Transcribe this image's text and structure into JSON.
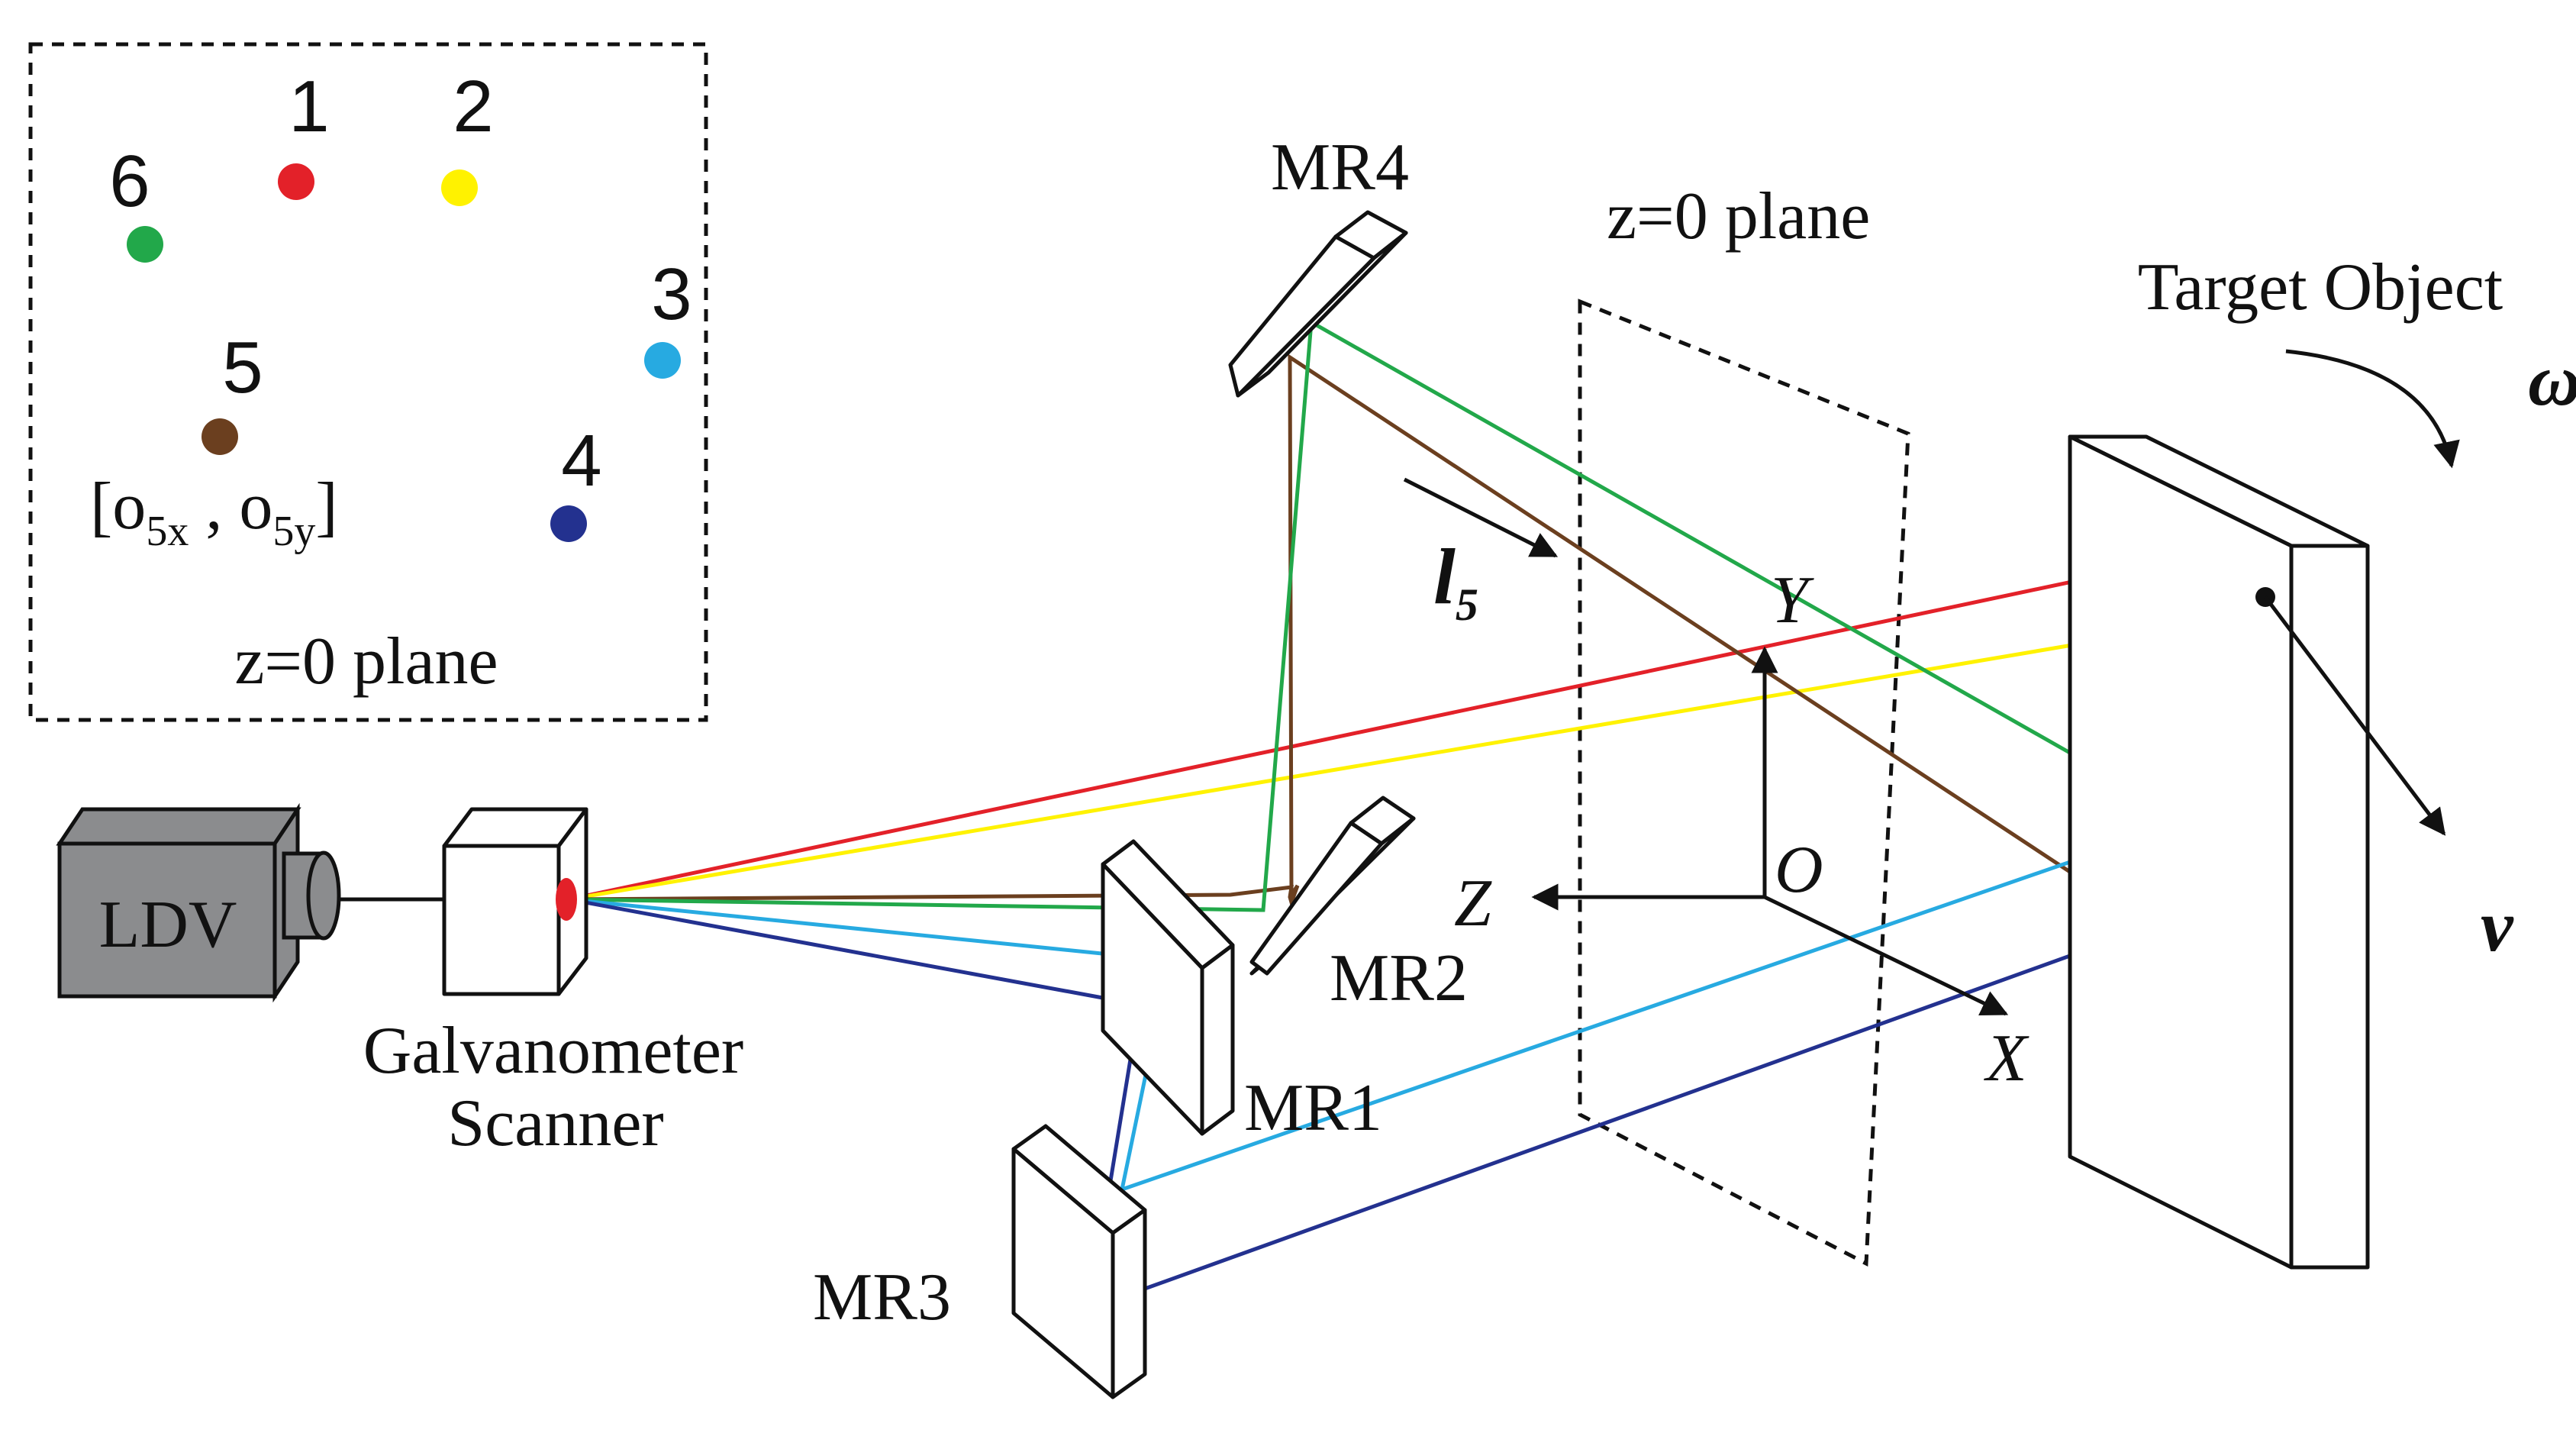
{
  "colors": {
    "red": "#e32129",
    "yellow": "#fff200",
    "cyan": "#27aae1",
    "navy": "#23318f",
    "green": "#22a84a",
    "brown": "#6b3f1f",
    "ldv_fill": "#8b8c8e"
  },
  "inset": {
    "points": [
      {
        "num": "1",
        "color": "#e32129"
      },
      {
        "num": "2",
        "color": "#fff200"
      },
      {
        "num": "3",
        "color": "#27aae1"
      },
      {
        "num": "4",
        "color": "#23318f"
      },
      {
        "num": "5",
        "color": "#6b3f1f"
      },
      {
        "num": "6",
        "color": "#22a84a"
      }
    ],
    "coord_open": "[o",
    "coord_sub_x": "5x",
    "coord_sep": " , o",
    "coord_sub_y": "5y",
    "coord_close": "]",
    "plane_label": "z=0 plane"
  },
  "labels": {
    "ldv": "LDV",
    "galvo_line1": "Galvanometer",
    "galvo_line2": "Scanner",
    "mr1": "MR1",
    "mr2": "MR2",
    "mr3": "MR3",
    "mr4": "MR4",
    "plane": "z=0 plane",
    "target": "Target Object",
    "omega": "ω",
    "v": "v",
    "l": "l",
    "l_sub": "5",
    "axis_x": "X",
    "axis_y": "Y",
    "axis_z": "Z",
    "origin": "O"
  }
}
